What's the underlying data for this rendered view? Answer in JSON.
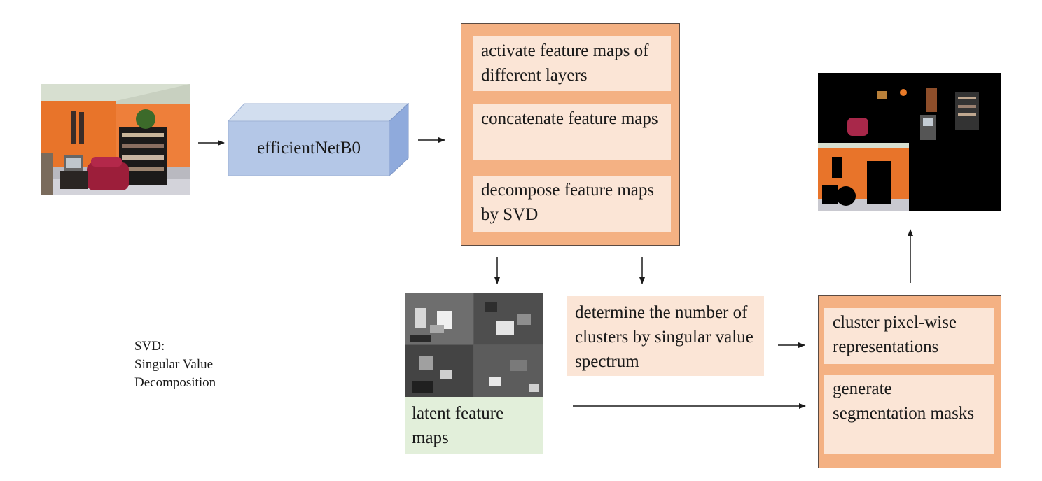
{
  "backbone": {
    "label": "efficientNetB0"
  },
  "pipeline": {
    "steps": [
      {
        "label": "activate feature maps of different layers"
      },
      {
        "label": "concatenate feature maps"
      },
      {
        "label": "decompose feature maps by SVD"
      }
    ]
  },
  "latent": {
    "label": "latent feature maps"
  },
  "clusters_step": {
    "label": "determine the number of clusters by singular value spectrum"
  },
  "clustering": {
    "steps": [
      {
        "label": "cluster pixel-wise representations"
      },
      {
        "label": "generate segmentation masks"
      }
    ]
  },
  "note": {
    "lines": [
      "SVD:",
      "Singular Value",
      "Decomposition"
    ]
  },
  "colors": {
    "block_front": "#b4c7e7",
    "block_top": "#d2deef",
    "block_side": "#8faadc",
    "orange_fill": "#f4b183",
    "peach_fill": "#fbe5d6",
    "green_fill": "#e2efda",
    "wall_orange": "#e8742a"
  }
}
